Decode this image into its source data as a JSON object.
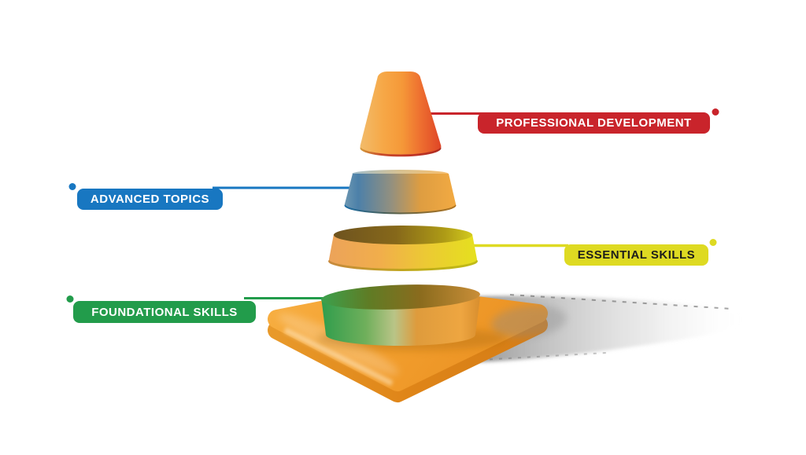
{
  "canvas": {
    "background": "#FFFFFF"
  },
  "diagram": {
    "type": "layered-cone-infographic",
    "description": "Traffic-cone shaped stacked diagram, four exploded levels with color-coded callout labels",
    "levels": [
      {
        "level": 1,
        "label": "PROFESSIONAL DEVELOPMENT",
        "color": "#C9242B",
        "text_color": "#FFFFFF",
        "side": "right"
      },
      {
        "level": 2,
        "label": "ADVANCED TOPICS",
        "color": "#1877C1",
        "text_color": "#FFFFFF",
        "side": "left"
      },
      {
        "level": 3,
        "label": "ESSENTIAL SKILLS",
        "color": "#DEDA22",
        "text_color": "#1D1D1B",
        "side": "right"
      },
      {
        "level": 4,
        "label": "FOUNDATIONAL SKILLS",
        "color": "#229C4B",
        "text_color": "#FFFFFF",
        "side": "left"
      }
    ],
    "cone": {
      "primary_color": "#F49C38",
      "top_rim_color": "#C23728",
      "band_blue_color": "#4C80A9",
      "ring_yellow_color": "#E5E01E",
      "base_green_color": "#2F9D4C",
      "base_plate_color": "#F3A02F",
      "shadow_color": "#9A9A9A"
    }
  }
}
